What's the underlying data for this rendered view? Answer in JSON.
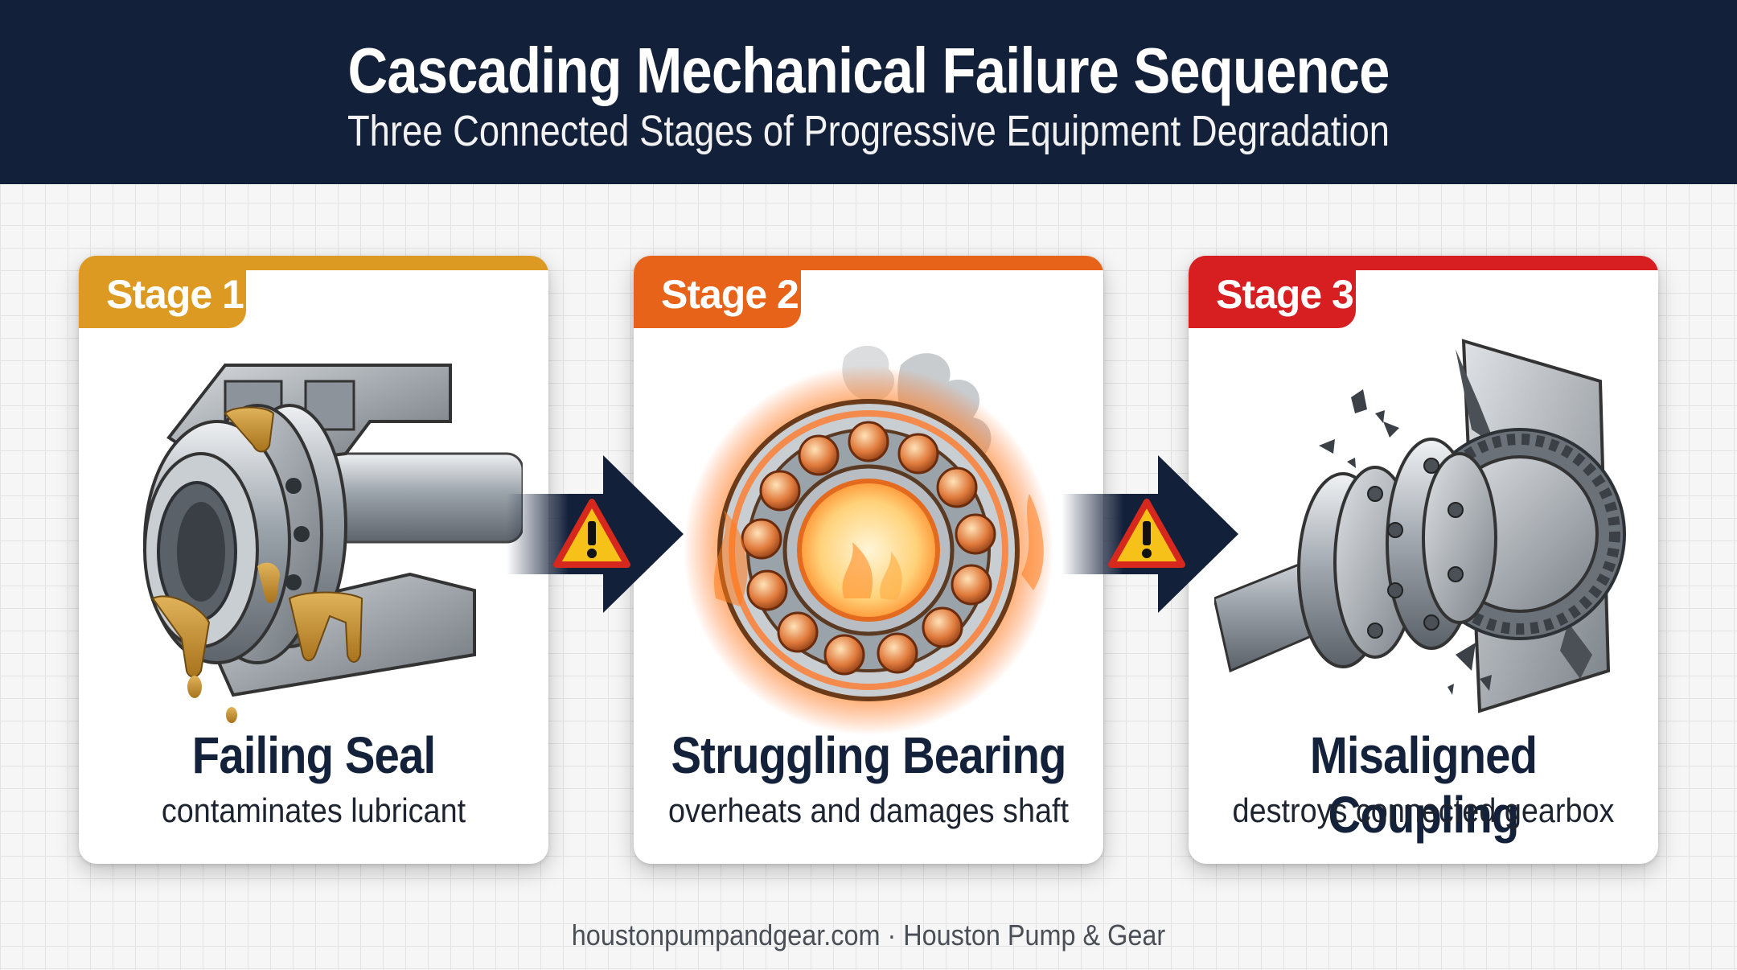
{
  "header": {
    "title": "Cascading Mechanical Failure Sequence",
    "subtitle": "Three Connected Stages of Progressive Equipment Degradation"
  },
  "stages": [
    {
      "badge": "Stage 1",
      "title": "Failing Seal",
      "description": "contaminates lubricant",
      "color": "#dd9a22",
      "illustration": "leaking-seal"
    },
    {
      "badge": "Stage 2",
      "title": "Struggling Bearing",
      "description": "overheats and damages shaft",
      "color": "#e8631a",
      "illustration": "overheating-bearing"
    },
    {
      "badge": "Stage 3",
      "title": "Misaligned Coupling",
      "description": "destroys connected gearbox",
      "color": "#d71f22",
      "illustration": "broken-gearbox-coupling"
    }
  ],
  "connectors": [
    {
      "icon": "warning-icon"
    },
    {
      "icon": "warning-icon"
    }
  ],
  "colors": {
    "navy": "#13203a",
    "warning_yellow": "#f6c21a",
    "warning_red": "#d6281c"
  },
  "footer": {
    "text": "houstonpumpandgear.com · Houston Pump & Gear"
  }
}
